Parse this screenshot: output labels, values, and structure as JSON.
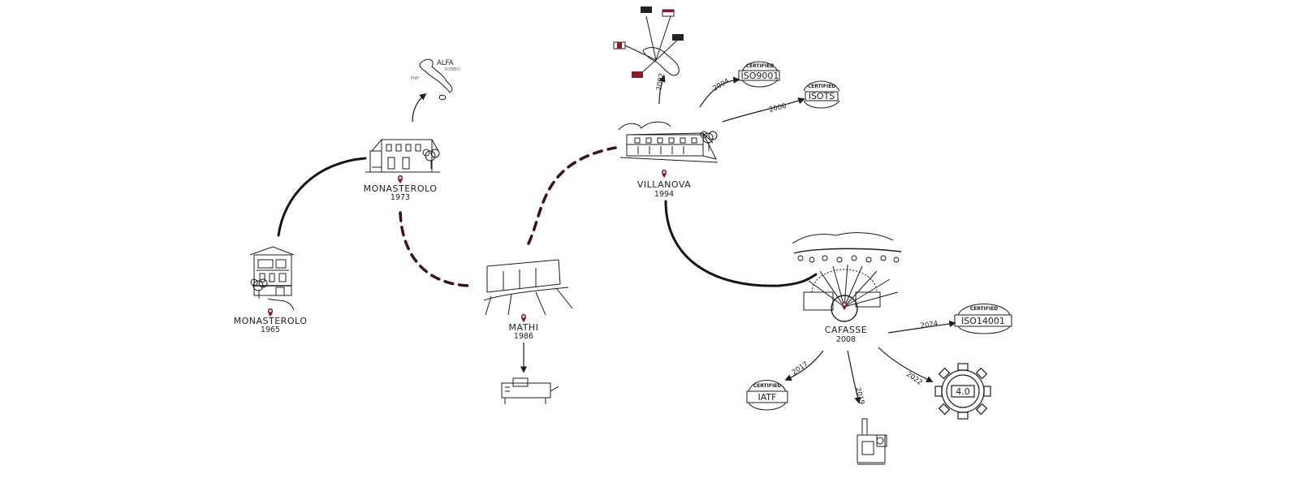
{
  "sites": {
    "monasterolo_1965": {
      "name": "MONASTEROLO",
      "year": "1965"
    },
    "monasterolo_1973": {
      "name": "MONASTEROLO",
      "year": "1973"
    },
    "mathi": {
      "name": "MATHI",
      "year": "1986"
    },
    "villanova": {
      "name": "VILLANOVA",
      "year": "1994"
    },
    "cafasse": {
      "name": "CAFASSE",
      "year": "2008"
    }
  },
  "sketch_text": {
    "italy_alfa": "ALFA",
    "italy_romeo": "ROMEO",
    "italy_fiat": "FIAT"
  },
  "milestones": {
    "villanova_export": {
      "year": "2002"
    },
    "iso9001": {
      "year": "2004",
      "cert": "CERTIFIED",
      "standard": "ISO9001"
    },
    "isots": {
      "year": "2006",
      "cert": "CERTIFIED",
      "standard": "ISOTS"
    },
    "iso14001": {
      "year": "2024",
      "cert": "CERTIFIED",
      "standard": "ISO14001"
    },
    "iatf": {
      "year": "2017",
      "cert": "CERTIFIED",
      "standard": "IATF"
    },
    "cafasse_machine": {
      "year": "2019"
    },
    "industry40": {
      "year": "2022",
      "label": "4.0"
    }
  },
  "colors": {
    "ink": "#1c1c1c",
    "route": "#3a1218",
    "pin": "#8a1c2a"
  },
  "icons": [
    "location-pin-icon",
    "building-sketch",
    "certificate-seal-icon",
    "gear-icon",
    "flag-icon",
    "italy-map-sketch"
  ]
}
